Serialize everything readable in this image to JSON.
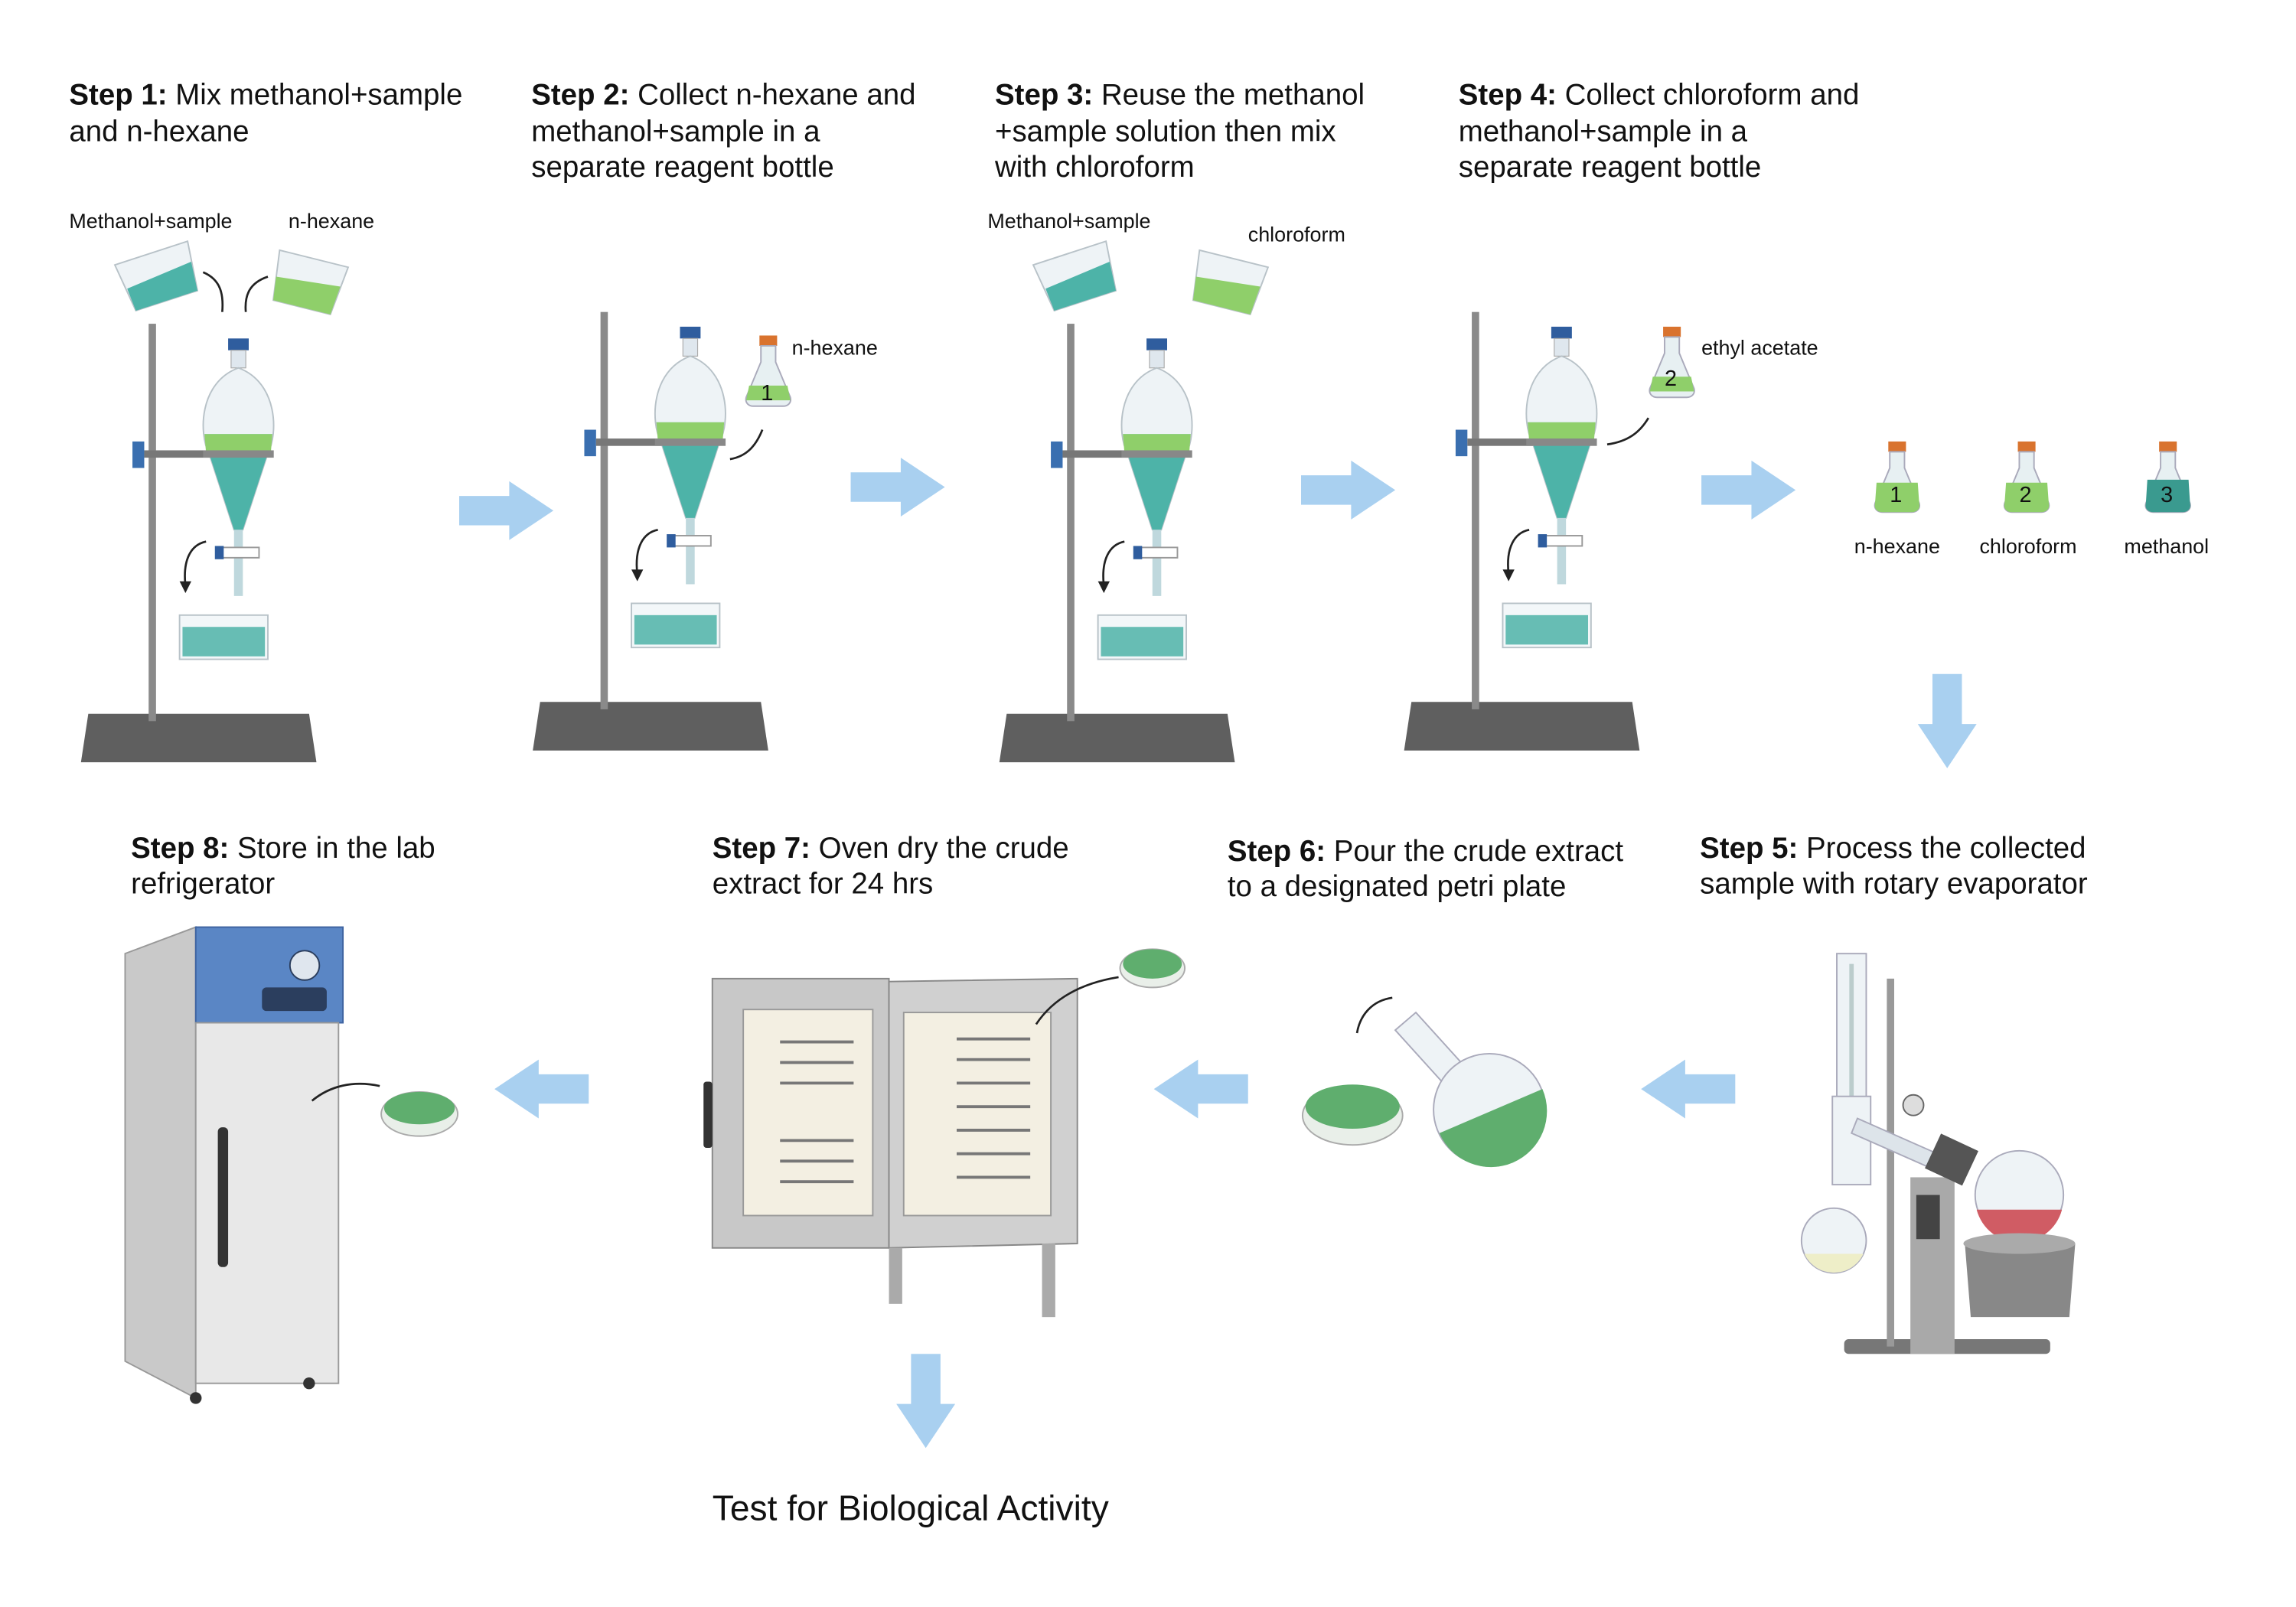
{
  "steps": [
    {
      "label": "Step 1:",
      "lines": [
        "Mix methanol+sample",
        "and n-hexane"
      ]
    },
    {
      "label": "Step 2:",
      "lines": [
        "Collect n-hexane and",
        "methanol+sample in a",
        "separate reagent bottle"
      ]
    },
    {
      "label": "Step 3:",
      "lines": [
        "Reuse the methanol",
        "+sample solution then mix",
        "with chloroform"
      ]
    },
    {
      "label": "Step 4:",
      "lines": [
        "Collect chloroform and",
        "methanol+sample in a",
        "separate reagent bottle"
      ]
    },
    {
      "label": "Step 5:",
      "lines": [
        "Process the collected",
        "sample with rotary evaporator"
      ]
    },
    {
      "label": "Step 6:",
      "lines": [
        "Pour the crude extract",
        "to a designated petri plate"
      ]
    },
    {
      "label": "Step 7:",
      "lines": [
        "Oven dry the crude",
        "extract for 24 hrs"
      ]
    },
    {
      "label": "Step 8:",
      "lines": [
        "Store in the lab",
        "refrigerator"
      ]
    }
  ],
  "labels": {
    "s1_beaker_a": "Methanol+sample",
    "s1_beaker_b": "n-hexane",
    "s2_flask": "n-hexane",
    "s2_flask_num": "1",
    "s3_beaker_a": "Methanol+sample",
    "s3_beaker_b": "chloroform",
    "s4_flask": "ethyl acetate",
    "s4_flask_num": "2"
  },
  "bottles": [
    {
      "num": "1",
      "label": "n-hexane",
      "color": "#8fcf6a"
    },
    {
      "num": "2",
      "label": "chloroform",
      "color": "#8fcf6a"
    },
    {
      "num": "3",
      "label": "methanol",
      "color": "#3a9a8f"
    }
  ],
  "final": "Test for Biological Activity",
  "colors": {
    "arrow": "#a9d0f0",
    "methanol": "#4db3a8",
    "hexane": "#8fcf6a",
    "extract": "#5fae6e",
    "cap": "#d9732e",
    "oven_frame": "#c8c8c8",
    "fridge_panel": "#5a86c5"
  }
}
